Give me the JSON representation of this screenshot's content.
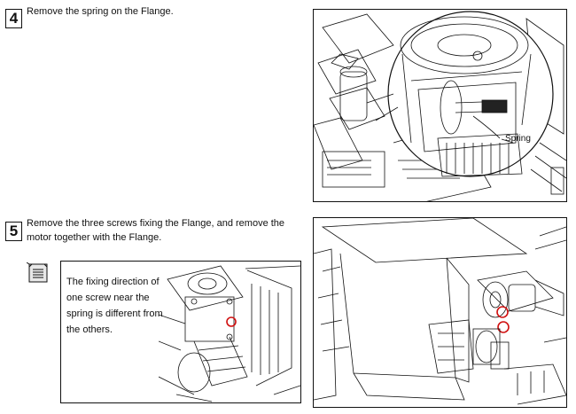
{
  "steps": [
    {
      "number": "4",
      "text": "Remove the spring on the Flange."
    },
    {
      "number": "5",
      "text": "Remove the three screws fixing the Flange, and remove the motor together with the Flange."
    }
  ],
  "figure_callouts": {
    "spring_label": "Spring"
  },
  "note": {
    "icon": "note-icon",
    "text": "The fixing direction of one screw near the spring is different from the others."
  },
  "colors": {
    "highlight": "#d01010",
    "line": "#111111"
  }
}
